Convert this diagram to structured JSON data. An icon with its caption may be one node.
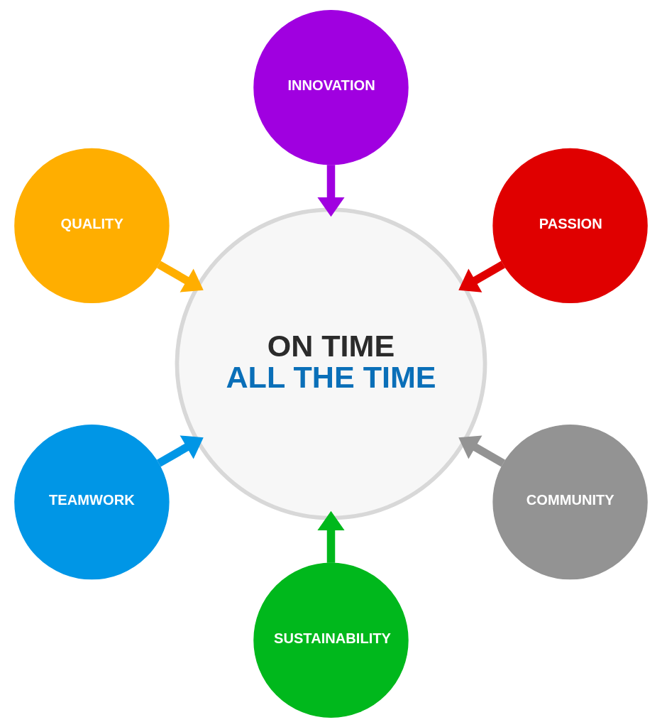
{
  "diagram": {
    "nodes": [
      {
        "text": [
          "ON TIME",
          "ALL THE TIME"
        ]
      },
      {
        "text": [
          "PASSION"
        ]
      },
      {
        "text": [
          "INNOVATION"
        ]
      },
      {
        "text": [
          "QUALITY"
        ]
      },
      {
        "text": [
          "TEAMWORK"
        ]
      },
      {
        "text": [
          "SUSTAINABILITY"
        ]
      },
      {
        "text": [
          "COMMUNITY"
        ]
      }
    ],
    "edges": [
      {
        "from": 1,
        "to": 0,
        "arrow": "to",
        "color": "#e00000"
      },
      {
        "from": 2,
        "to": 0,
        "arrow": "to",
        "color": "#a000e0"
      },
      {
        "from": 3,
        "to": 0,
        "arrow": "to",
        "color": "#ffae00"
      },
      {
        "from": 4,
        "to": 0,
        "arrow": "to",
        "color": "#0096e6"
      },
      {
        "from": 5,
        "to": 0,
        "arrow": "to",
        "color": "#00b81c"
      },
      {
        "from": 6,
        "to": 0,
        "arrow": "to",
        "color": "#939393"
      }
    ]
  }
}
